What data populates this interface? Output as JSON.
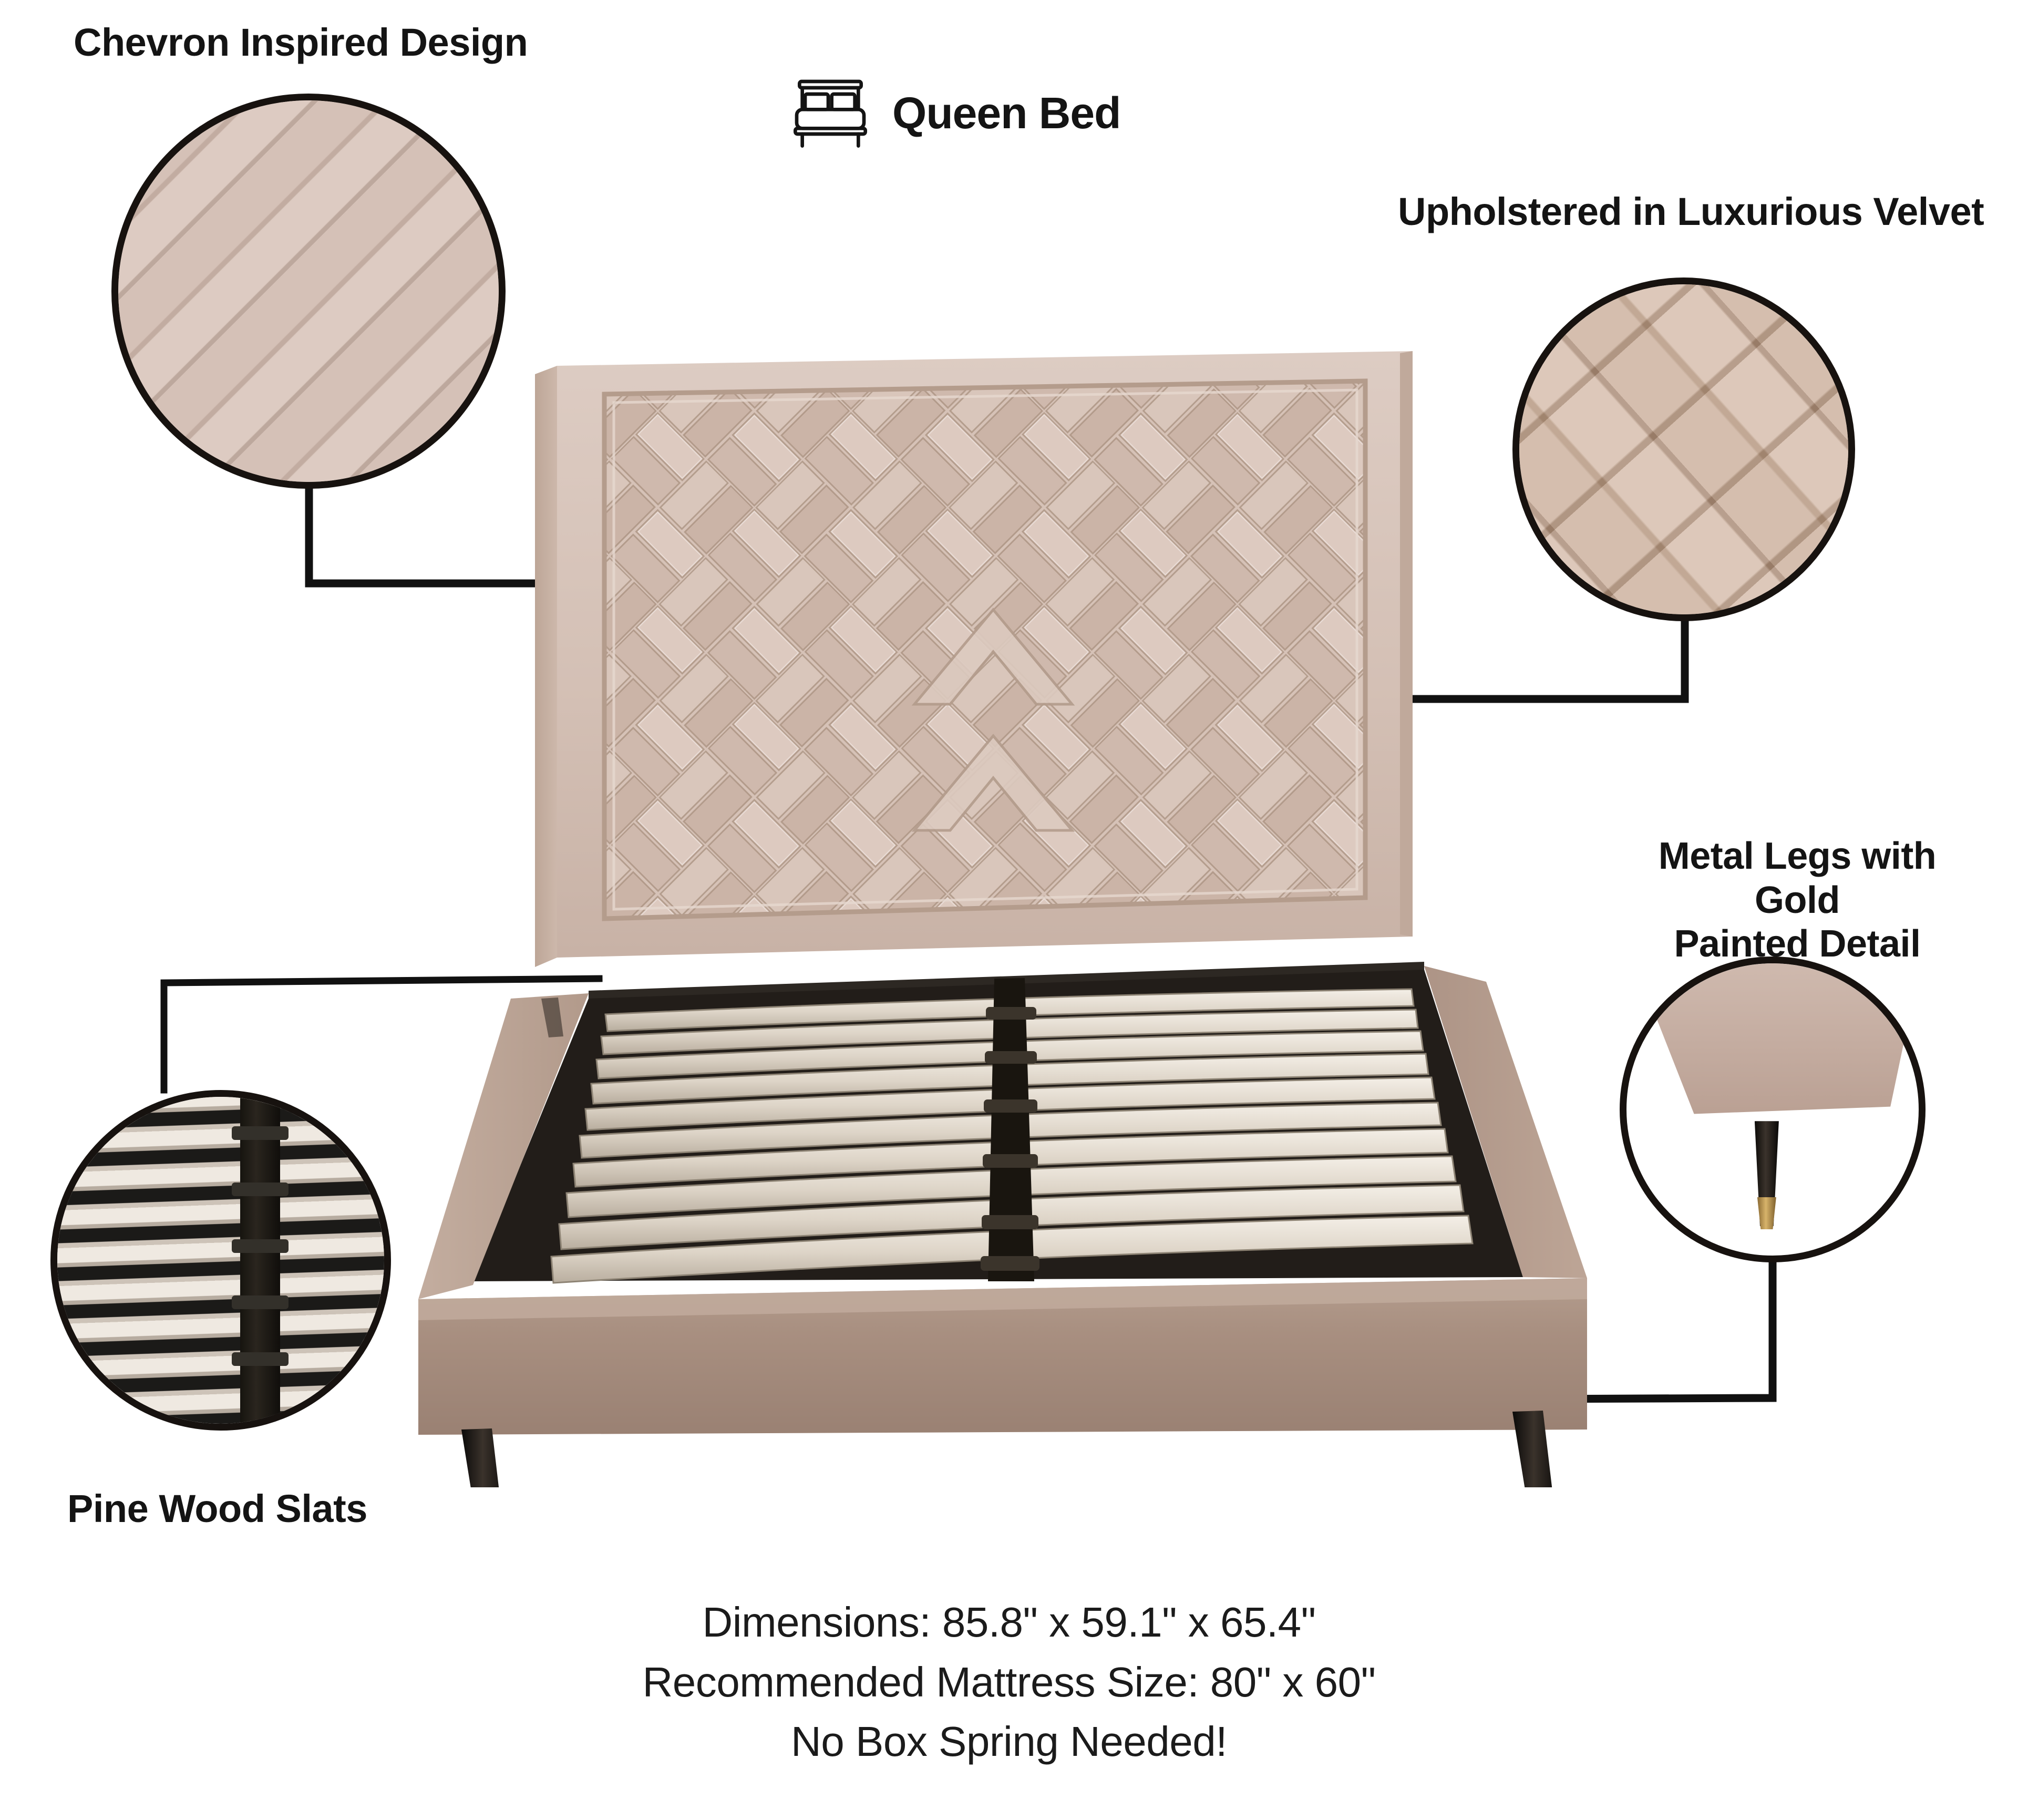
{
  "header": {
    "title": "Queen Bed",
    "icon": "bed-icon"
  },
  "callouts": [
    {
      "id": "chevron",
      "label": "Chevron Inspired Design",
      "icon": "chevron-quilt-detail",
      "marker": "headboard-center"
    },
    {
      "id": "velvet",
      "label": "Upholstered in Luxurious Velvet",
      "icon": "velvet-weave-detail",
      "marker": "headboard-right"
    },
    {
      "id": "legs",
      "label": "Metal Legs with Gold Painted Detail",
      "label_line1": "Metal Legs with Gold",
      "label_line2": "Painted Detail",
      "icon": "gold-tipped-leg-detail",
      "marker": "front-right-leg"
    },
    {
      "id": "slats",
      "label": "Pine Wood Slats",
      "icon": "wood-slat-detail",
      "marker": "slat-platform"
    }
  ],
  "specs": {
    "dimensions": "Dimensions: 85.8\" x 59.1\" x 65.4\"",
    "mattress": "Recommended Mattress Size: 80\" x 60\"",
    "box_spring": "No Box Spring Needed!"
  },
  "colors": {
    "velvet_light": "#d8c6bd",
    "velvet_mid": "#c2aca1",
    "rail": "#a08b7d",
    "leg_black": "#161311",
    "leg_gold": "#c9a45c",
    "line": "#111111",
    "background": "#ffffff"
  },
  "product": {
    "name": "Queen Bed",
    "upholstery": "Velvet",
    "slat_material": "Pine Wood",
    "leg_material": "Metal with gold painted detail"
  }
}
